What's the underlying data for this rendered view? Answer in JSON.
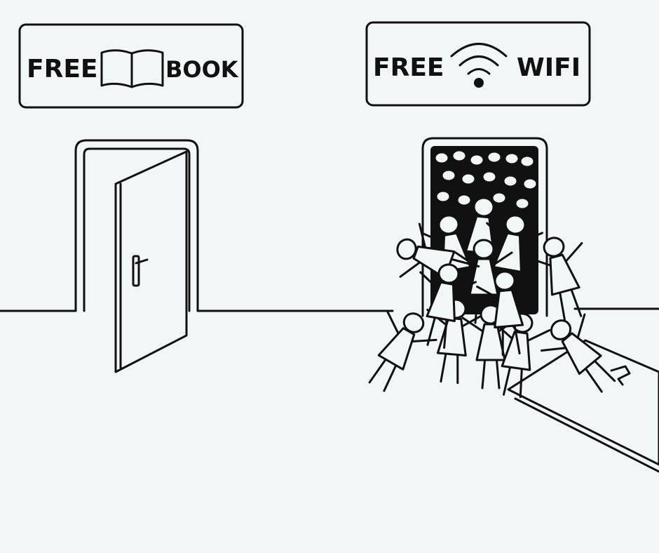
{
  "left_sign": {
    "word1": "FREE",
    "word2": "BOOK",
    "icon": "open-book-icon"
  },
  "right_sign": {
    "word1": "FREE",
    "word2": "WIFI",
    "icon": "wifi-icon"
  },
  "colors": {
    "background": "#f3f6f6",
    "ink": "#111111"
  }
}
